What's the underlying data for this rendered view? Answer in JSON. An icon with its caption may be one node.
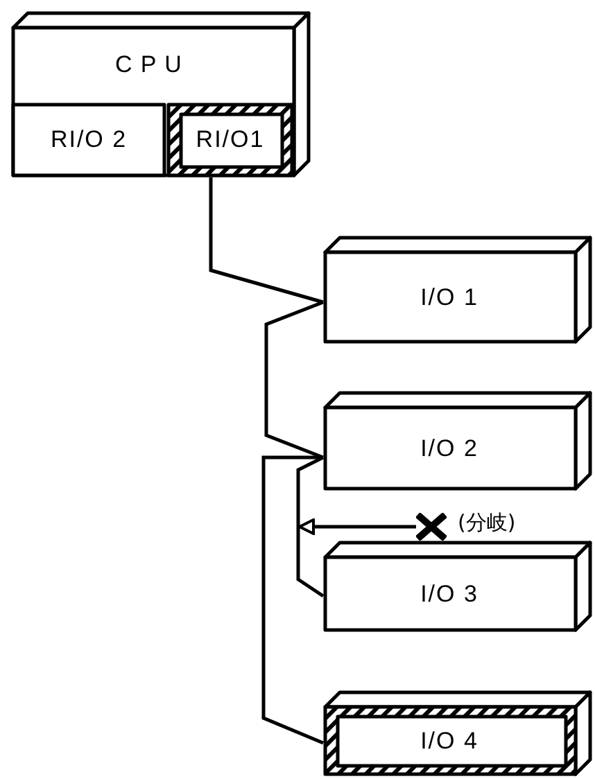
{
  "diagram": {
    "nodes": [
      {
        "text": [
          "CPU"
        ]
      },
      {
        "text": [
          "RI/O 2"
        ],
        "in": 0
      },
      {
        "text": [
          "RI/O1"
        ],
        "in": 0
      },
      {
        "text": [
          "I/O 1"
        ]
      },
      {
        "text": [
          "I/O 2"
        ]
      },
      {
        "text": [
          "I/O 3"
        ]
      },
      {
        "text": [
          "I/O 4"
        ]
      },
      {
        "text": [],
        "shape": "cross",
        "beside": [
          "(分岐)"
        ]
      }
    ],
    "edges": [
      {
        "from": 2,
        "to": 3,
        "arrow": "none"
      },
      {
        "from": 3,
        "to": 4,
        "arrow": "none"
      },
      {
        "from": 4,
        "to": 6,
        "arrow": "none"
      },
      {
        "from": 4,
        "to": 5,
        "arrow": "none"
      },
      {
        "from": 7,
        "to": 5,
        "arrow": "to"
      }
    ]
  }
}
